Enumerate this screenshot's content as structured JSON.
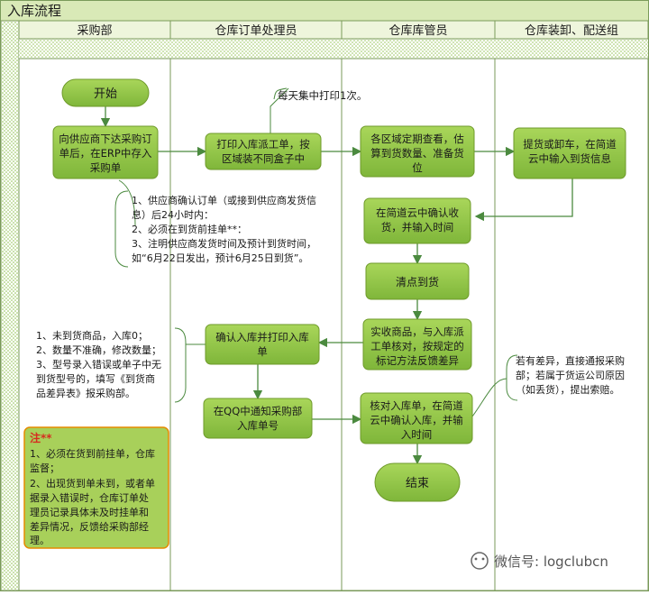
{
  "title": "入库流程",
  "lanes": [
    "采购部",
    "仓库订单处理员",
    "仓库库管员",
    "仓库装卸、配送组"
  ],
  "nodes": {
    "start": "开始",
    "create_po": [
      "向供应商下达采购订",
      "单后，在ERP中存入",
      "采购单"
    ],
    "print_slip": [
      "打印入库派工单，按",
      "区域装不同盒子中"
    ],
    "check_area": [
      "各区域定期查看，估",
      "算到货数量、准备货",
      "位"
    ],
    "pickup": [
      "提货或卸车，在简道",
      "云中输入到货信息"
    ],
    "confirm_receipt": [
      "在简道云中确认收",
      "货，并输入时间"
    ],
    "count_goods": "清点到货",
    "verify_goods": [
      "实收商品，与入库派",
      "工单核对，按规定的",
      "标记方法反馈差异"
    ],
    "confirm_print": [
      "确认入库并打印入库",
      "单"
    ],
    "notify_qq": [
      "在QQ中通知采购部",
      "入库单号"
    ],
    "verify_slip": [
      "核对入库单，在简道",
      "云中确认入库，并输",
      "入时间"
    ],
    "end": "结束"
  },
  "annotations": {
    "print_once": "每天集中打印1次。",
    "supplier_notes": [
      "1、供应商确认订单（或接到供应商发货信",
      "息）后24小时内：",
      "2、必须在到货前挂单**：",
      "3、注明供应商发货时间及预计到货时间，",
      "如“6月22日发出，预计6月25日到货”。"
    ],
    "error_notes": [
      "1、未到货商品，入库0；",
      "2、数量不准确，修改数量；",
      "3、型号录入错误或单子中无",
      "到货型号的，填写《到货商",
      "品差异表》报采购部。"
    ],
    "claim_notes": [
      "若有差异，直接通报采购",
      "部；若属于货运公司原因",
      "（如丢货），提出索赔。"
    ]
  },
  "note_box": {
    "title": "注**",
    "lines": [
      "1、必须在货到前挂单，仓库",
      "监督；",
      "2、出现货到单未到，或者单",
      "据录入错误时，仓库订单处",
      "理员记录具体未及时挂单和",
      "差异情况，反馈给采购部经",
      "理。"
    ]
  },
  "watermark": "微信号: logclubcn",
  "colors": {
    "node_fill": "#92c83e",
    "node_stroke": "#6e9a2a",
    "lane_header_bg": "#e6f0cf",
    "pattern_green": "#8cbf4a",
    "title_bg": "#d9e9b7",
    "note_fill": "#a8d05a",
    "note_stroke": "#e58a00",
    "note_title": "#d62d20",
    "arrow": "#4b8a3f"
  }
}
